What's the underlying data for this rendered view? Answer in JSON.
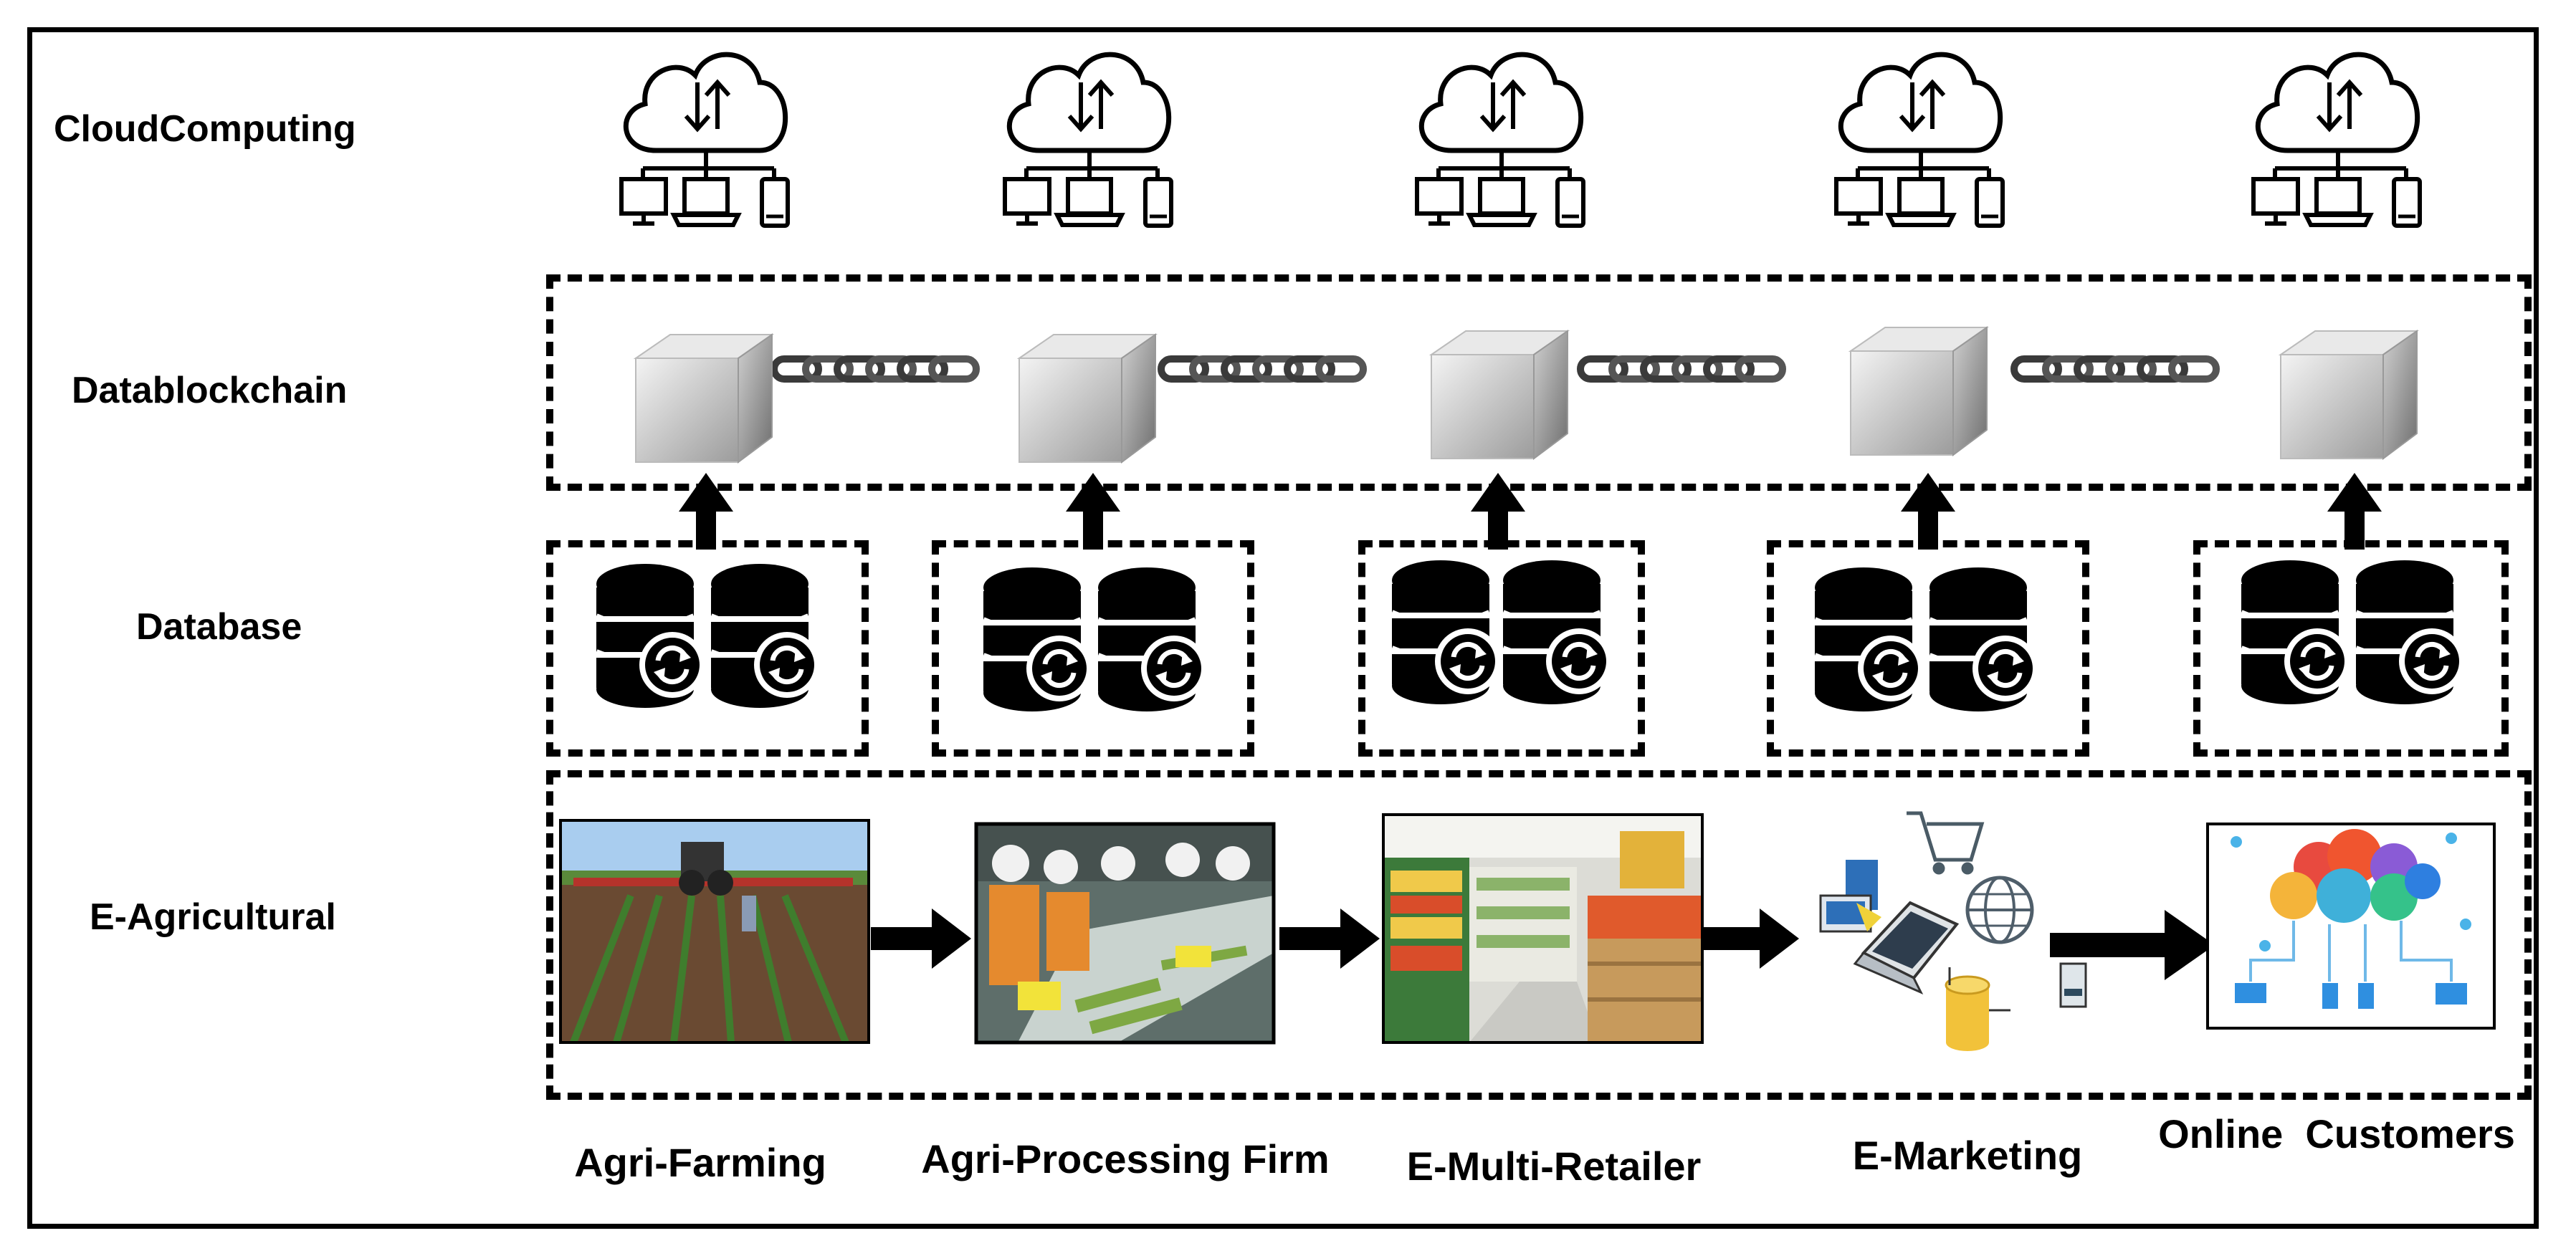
{
  "layers": {
    "cloud": "CloudComputing",
    "blockchain": "Datablockchain",
    "database": "Database",
    "agri": "E-Agricultural"
  },
  "stages": [
    {
      "label": "Agri-Farming"
    },
    {
      "label": "Agri-Processing Firm"
    },
    {
      "label": "E-Multi-Retailer"
    },
    {
      "label": "E-Marketing"
    },
    {
      "label": "Online  Customers"
    }
  ],
  "icons": {
    "cloud": "cloud-network-icon",
    "block": "blockchain-block-icon",
    "chain": "chain-link-icon",
    "database": "database-sync-icon",
    "arrow": "arrow-icon"
  }
}
